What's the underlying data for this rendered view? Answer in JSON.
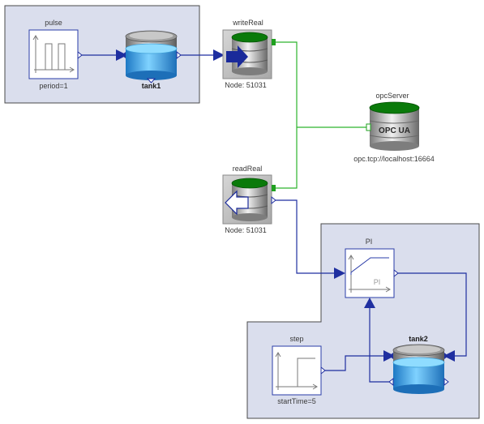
{
  "blocks": {
    "pulse": {
      "name": "pulse",
      "param": "period=1"
    },
    "tank1": {
      "name": "tank1"
    },
    "writeReal": {
      "name": "writeReal",
      "node": "Node: 51031"
    },
    "opcServer": {
      "name": "opcServer",
      "inner_label": "OPC UA",
      "address": "opc.tcp://localhost:16664"
    },
    "readReal": {
      "name": "readReal",
      "node": "Node: 51031"
    },
    "pi": {
      "name": "PI",
      "inner_label": "PI"
    },
    "tank2": {
      "name": "tank2"
    },
    "step": {
      "name": "step",
      "param": "startTime=5"
    }
  },
  "colors": {
    "group_fill": "#dadeed",
    "group_stroke": "#4a4a4a",
    "signal_line": "#1f2fa0",
    "opc_line": "#2db32d",
    "tank_water": "#3aa8e6",
    "db_green": "#0a7a0a"
  },
  "icons": [
    "pulse-icon",
    "tank-icon",
    "database-write-icon",
    "database-read-icon",
    "opc-server-icon",
    "pi-controller-icon",
    "step-icon"
  ]
}
